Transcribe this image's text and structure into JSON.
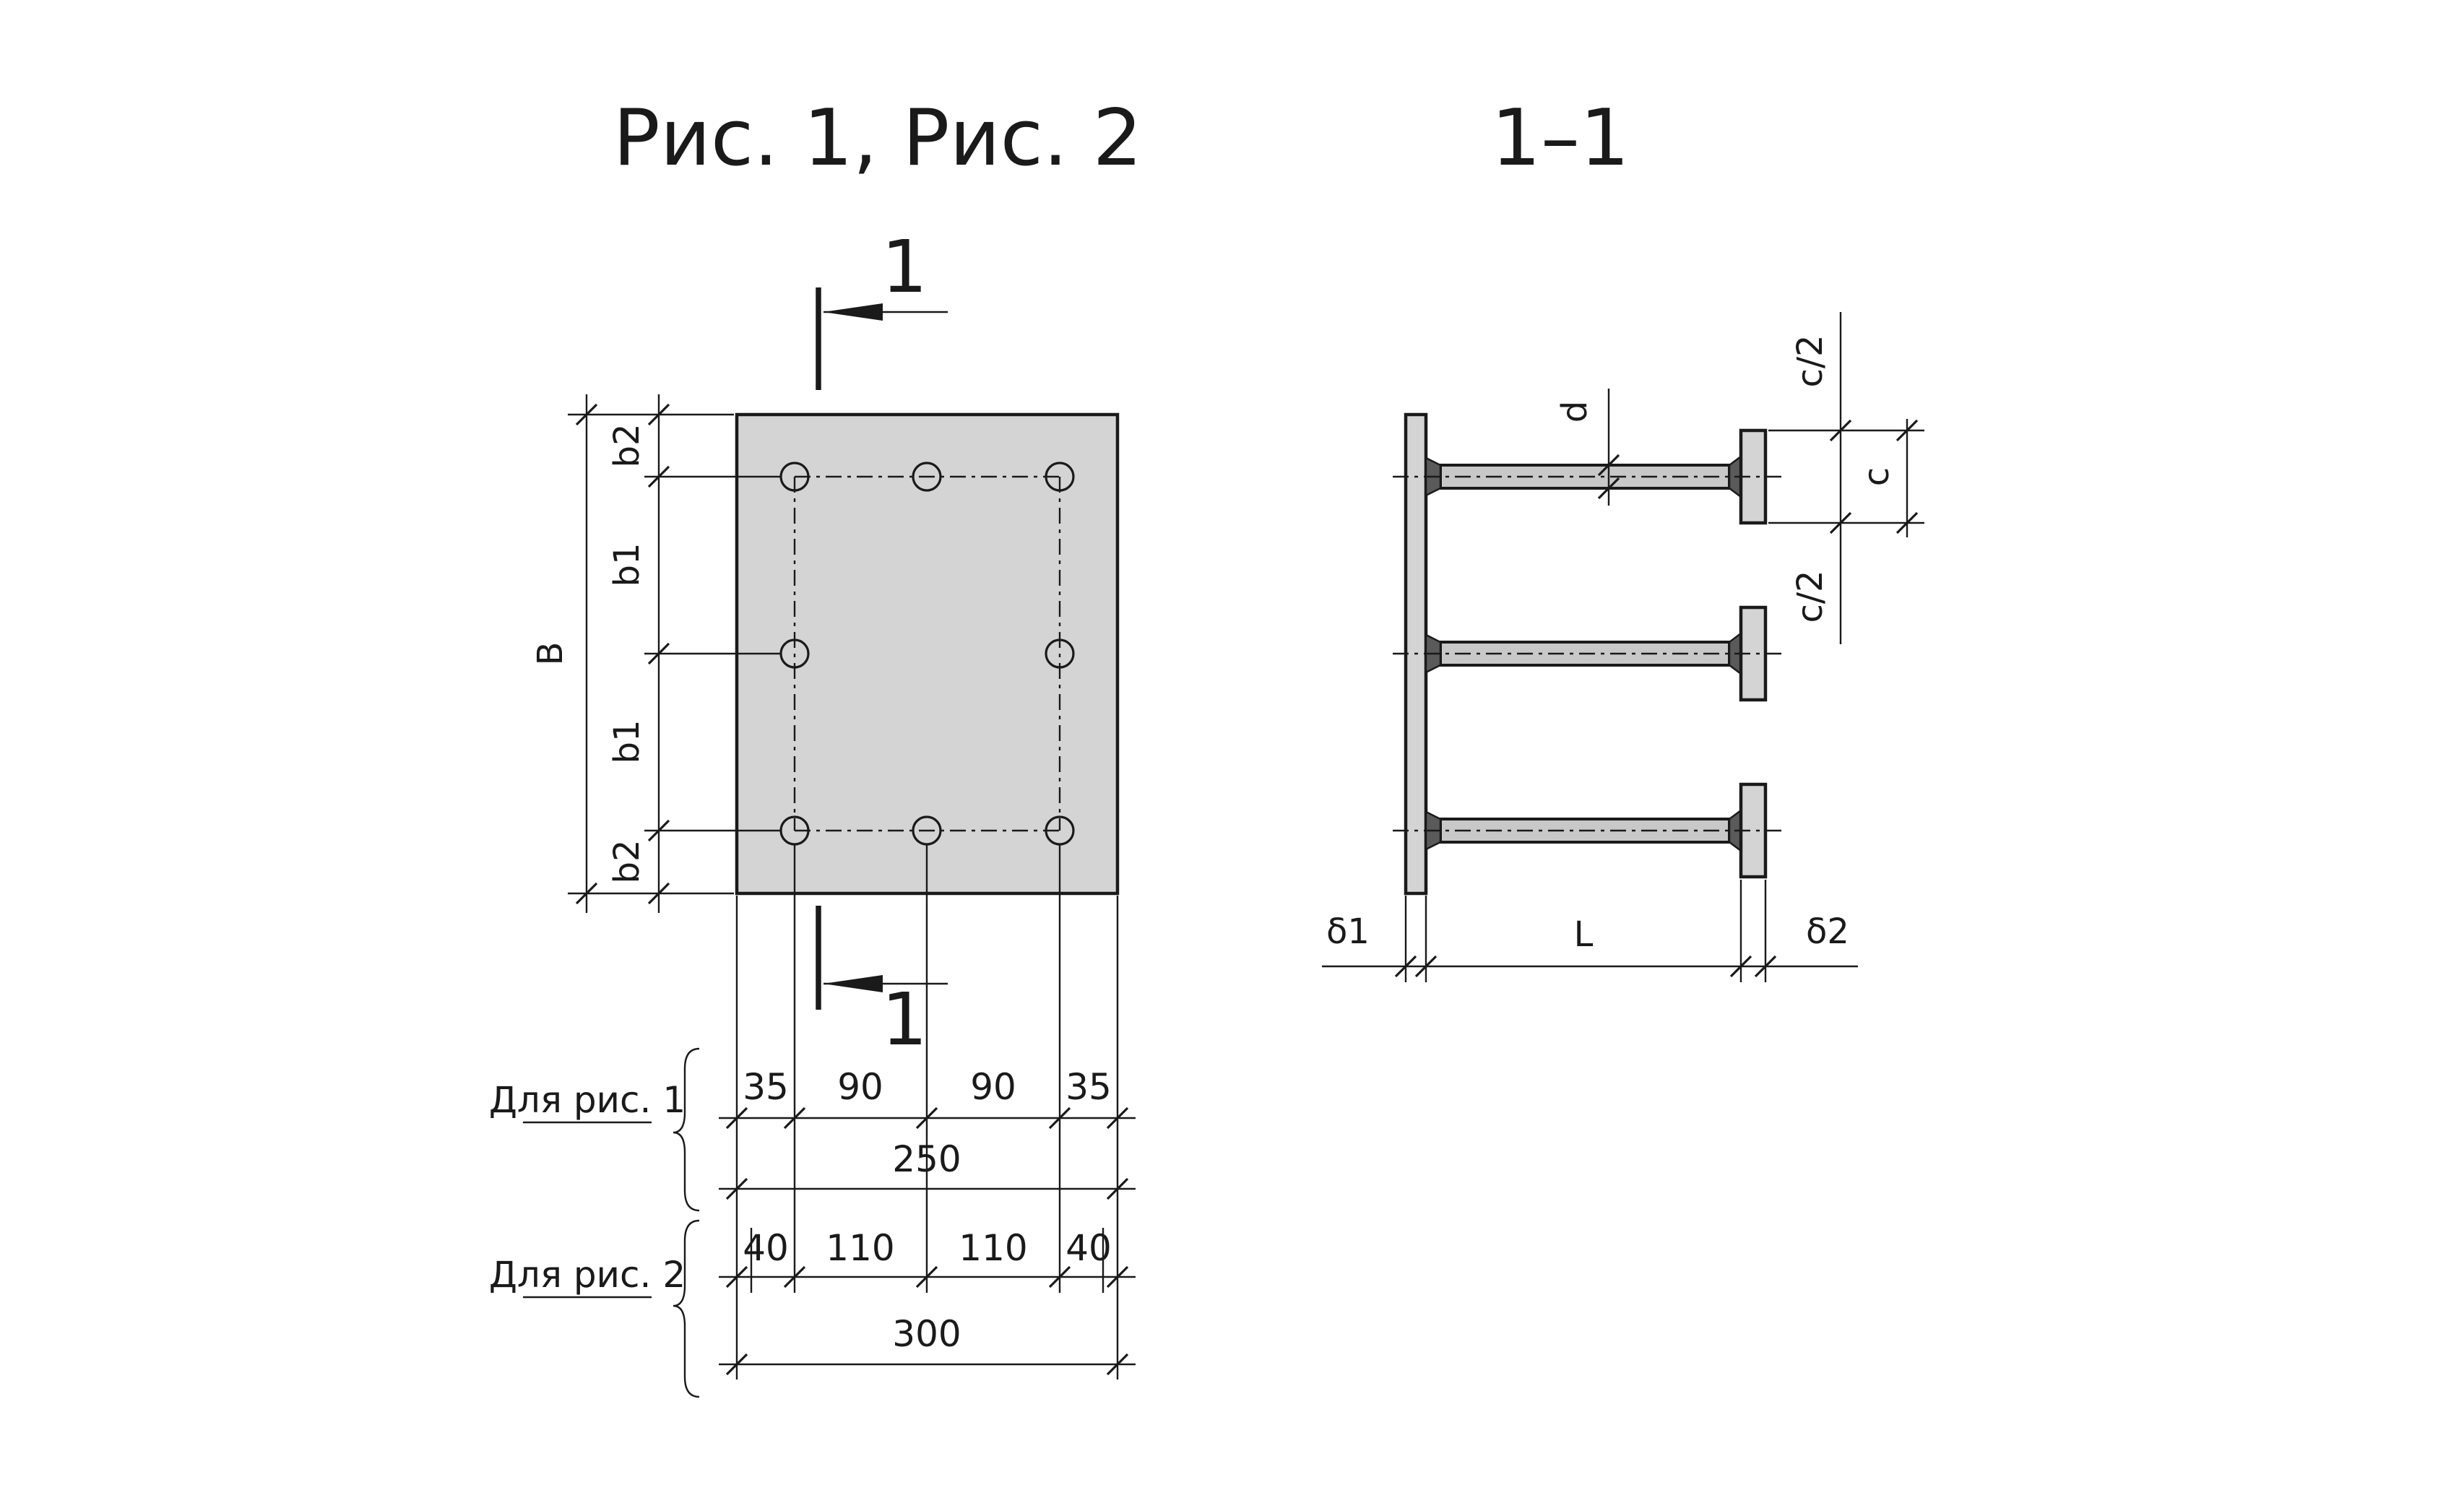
{
  "titles": {
    "plan": "Рис. 1, Рис. 2",
    "section": "1–1"
  },
  "section_mark": {
    "top": "1",
    "bottom": "1"
  },
  "plan_dims": {
    "B": "B",
    "b1_upper": "b1",
    "b1_lower": "b1",
    "b2_upper": "b2",
    "b2_lower": "b2"
  },
  "fig1": {
    "caption": "Для рис. 1",
    "segments": [
      "35",
      "90",
      "90",
      "35"
    ],
    "total": "250"
  },
  "fig2": {
    "caption": "Для рис. 2",
    "segments": [
      "40",
      "110",
      "110",
      "40"
    ],
    "total": "300"
  },
  "section_dims": {
    "d": "d",
    "c": "c",
    "c_half_top": "c/2",
    "c_half_bottom": "c/2",
    "delta1": "δ1",
    "L": "L",
    "delta2": "δ2"
  }
}
